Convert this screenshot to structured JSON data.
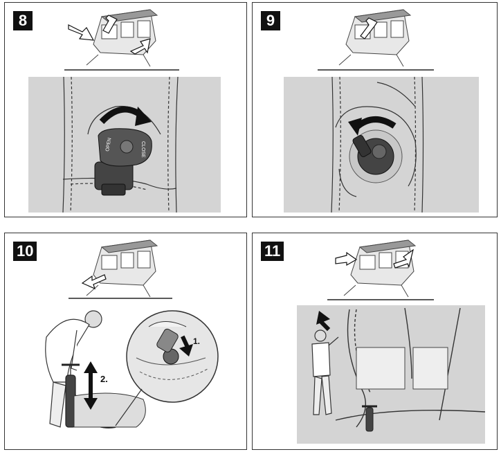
{
  "steps": [
    {
      "number": "8"
    },
    {
      "number": "9"
    },
    {
      "number": "10"
    },
    {
      "number": "11"
    }
  ],
  "valve": {
    "open_label": "OPEN",
    "close_label": "CLOSE"
  },
  "pump": {
    "step1_label": "1.",
    "step2_label": "2."
  },
  "colors": {
    "panel_bg": "#d4d4d4",
    "valve_body": "#4a4a4a",
    "arrow": "#111111"
  },
  "icons": [
    "awning-thumbnail",
    "pointer-arrow",
    "rotate-arrow",
    "valve",
    "pump",
    "person"
  ]
}
